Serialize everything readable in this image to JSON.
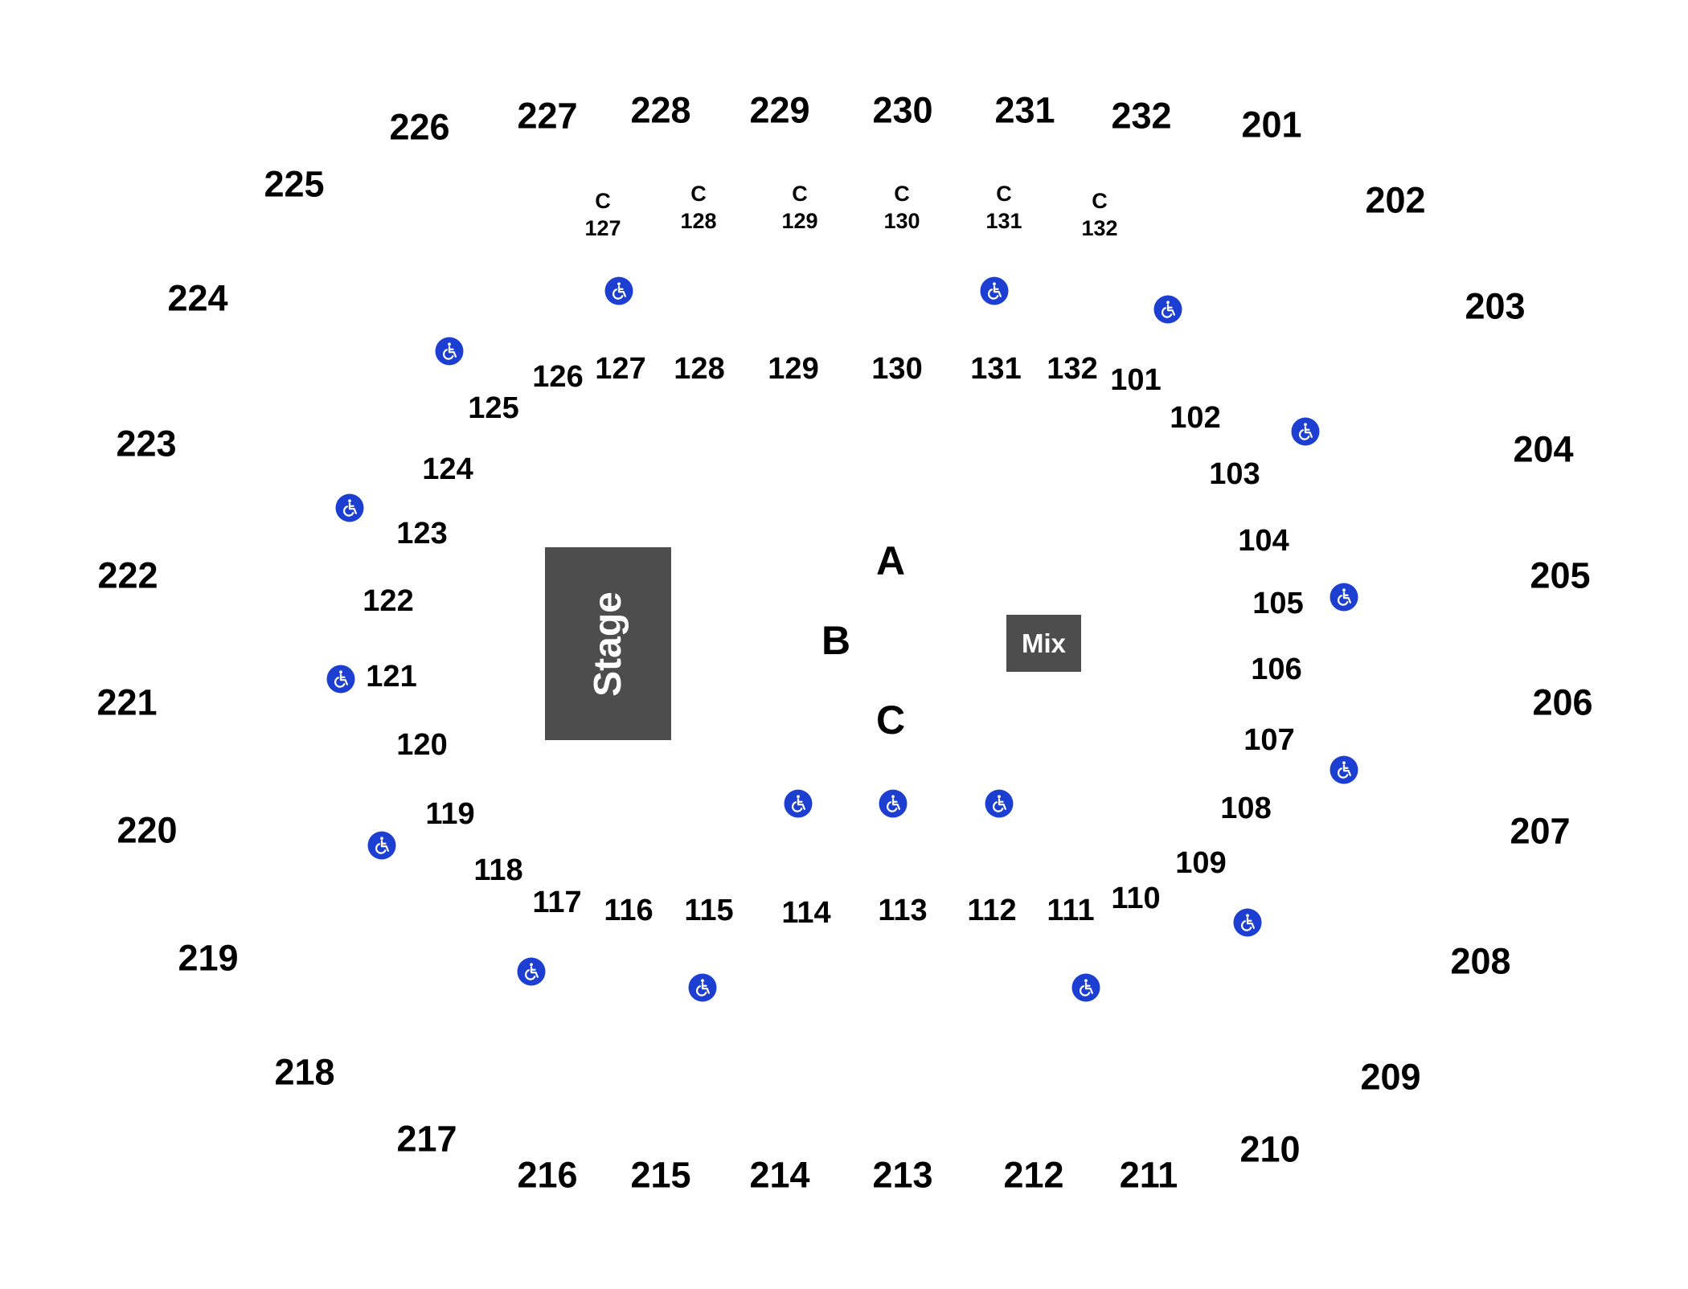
{
  "map": {
    "stage_label": "Stage",
    "mix_label": "Mix",
    "floor_sections": [
      "A",
      "B",
      "C"
    ],
    "accessible_icon": "wheelchair-icon",
    "colors": {
      "accessible": "#1c3fd1",
      "fixture": "#4d4d4d",
      "text": "#000000"
    },
    "upper_sections": [
      "201",
      "202",
      "203",
      "204",
      "205",
      "206",
      "207",
      "208",
      "209",
      "210",
      "211",
      "212",
      "213",
      "214",
      "215",
      "216",
      "217",
      "218",
      "219",
      "220",
      "221",
      "222",
      "223",
      "224",
      "225",
      "226",
      "227",
      "228",
      "229",
      "230",
      "231",
      "232"
    ],
    "lower_sections": [
      "101",
      "102",
      "103",
      "104",
      "105",
      "106",
      "107",
      "108",
      "109",
      "110",
      "111",
      "112",
      "113",
      "114",
      "115",
      "116",
      "117",
      "118",
      "119",
      "120",
      "121",
      "122",
      "123",
      "124",
      "125",
      "126",
      "127",
      "128",
      "129",
      "130",
      "131",
      "132"
    ],
    "club_sections": [
      {
        "prefix": "C",
        "number": "127"
      },
      {
        "prefix": "C",
        "number": "128"
      },
      {
        "prefix": "C",
        "number": "129"
      },
      {
        "prefix": "C",
        "number": "130"
      },
      {
        "prefix": "C",
        "number": "131"
      },
      {
        "prefix": "C",
        "number": "132"
      }
    ]
  }
}
